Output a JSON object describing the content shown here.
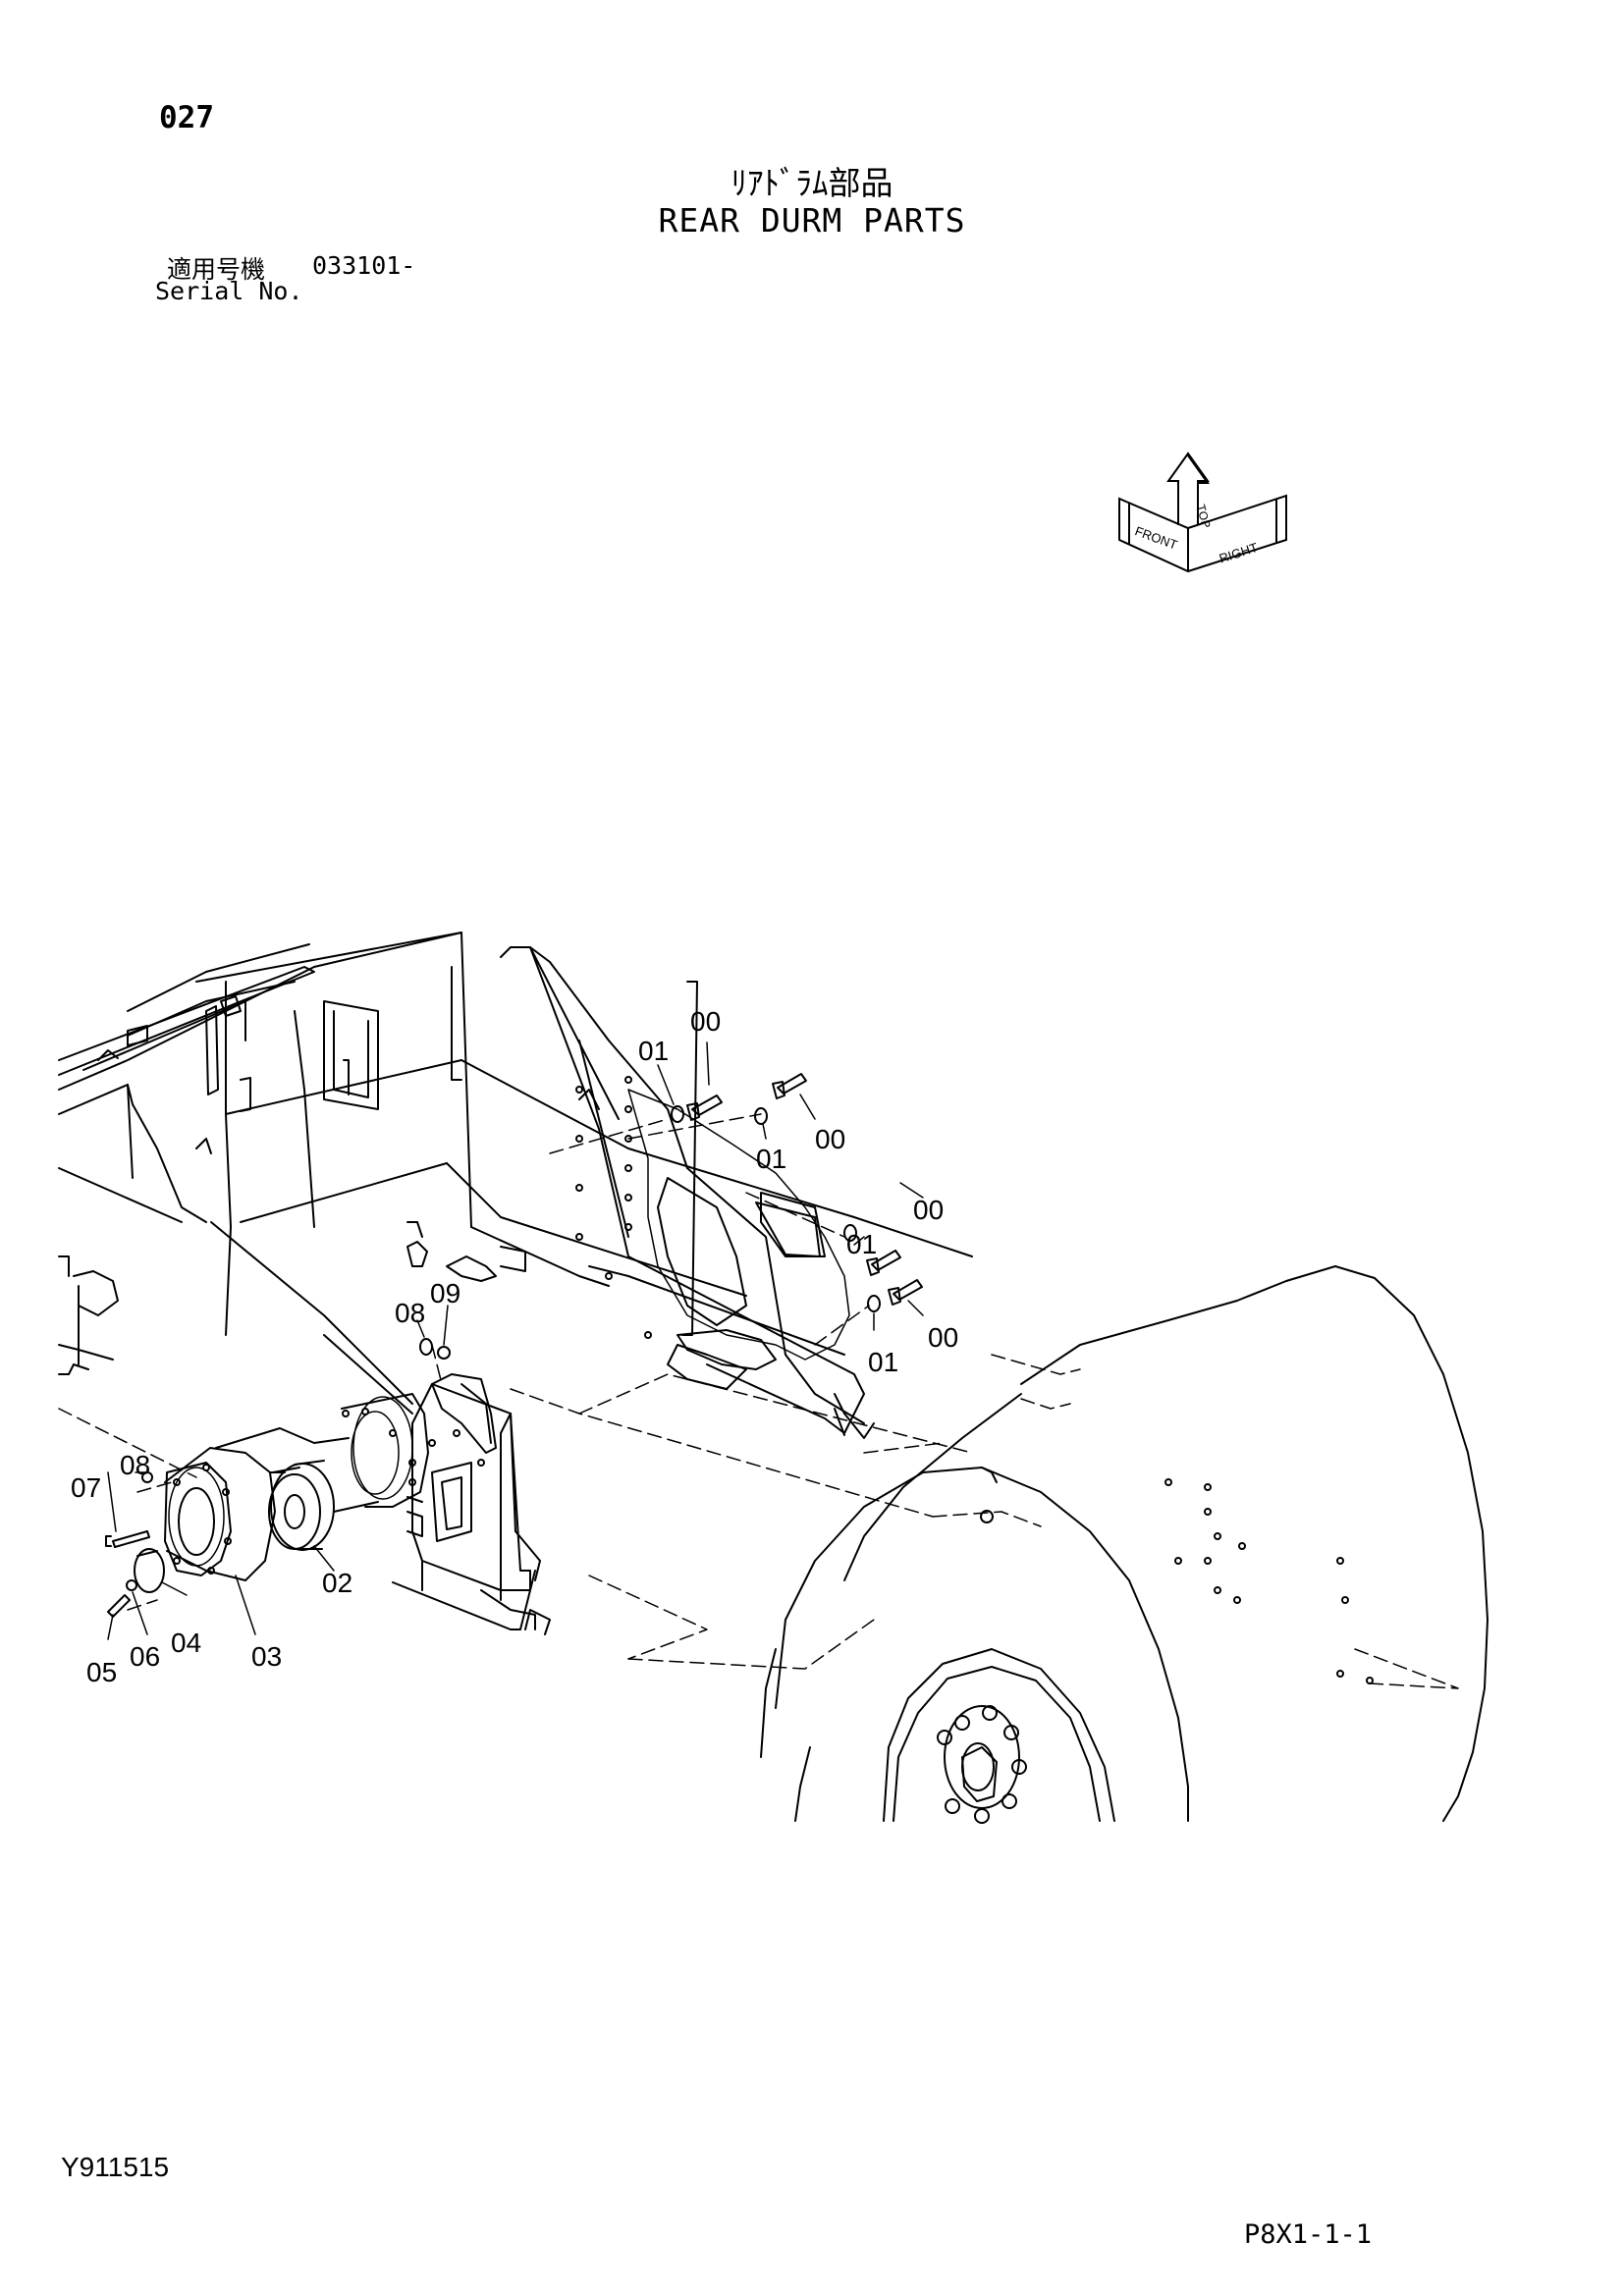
{
  "header": {
    "page_number": "027",
    "title_ja": "ﾘｱﾄﾞﾗﾑ部品",
    "title_en": "REAR DURM PARTS",
    "serial_label_ja": "適用号機",
    "serial_value": "033101-",
    "serial_label_en": "Serial No."
  },
  "orientation_indicator": {
    "labels": [
      "FRONT",
      "TOP",
      "RIGHT"
    ]
  },
  "callouts": [
    {
      "id": "c00a",
      "label": "00"
    },
    {
      "id": "c01a",
      "label": "01"
    },
    {
      "id": "c00b",
      "label": "00"
    },
    {
      "id": "c01b",
      "label": "01"
    },
    {
      "id": "c00c",
      "label": "00"
    },
    {
      "id": "c01c",
      "label": "01"
    },
    {
      "id": "c00d",
      "label": "00"
    },
    {
      "id": "c01d",
      "label": "01"
    },
    {
      "id": "c08a",
      "label": "08"
    },
    {
      "id": "c09",
      "label": "09"
    },
    {
      "id": "c07",
      "label": "07"
    },
    {
      "id": "c08b",
      "label": "08"
    },
    {
      "id": "c02",
      "label": "02"
    },
    {
      "id": "c04",
      "label": "04"
    },
    {
      "id": "c05",
      "label": "05"
    },
    {
      "id": "c06",
      "label": "06"
    },
    {
      "id": "c03",
      "label": "03"
    }
  ],
  "footer": {
    "document_code": "Y911515",
    "figure_code": "P8X1-1-1"
  }
}
